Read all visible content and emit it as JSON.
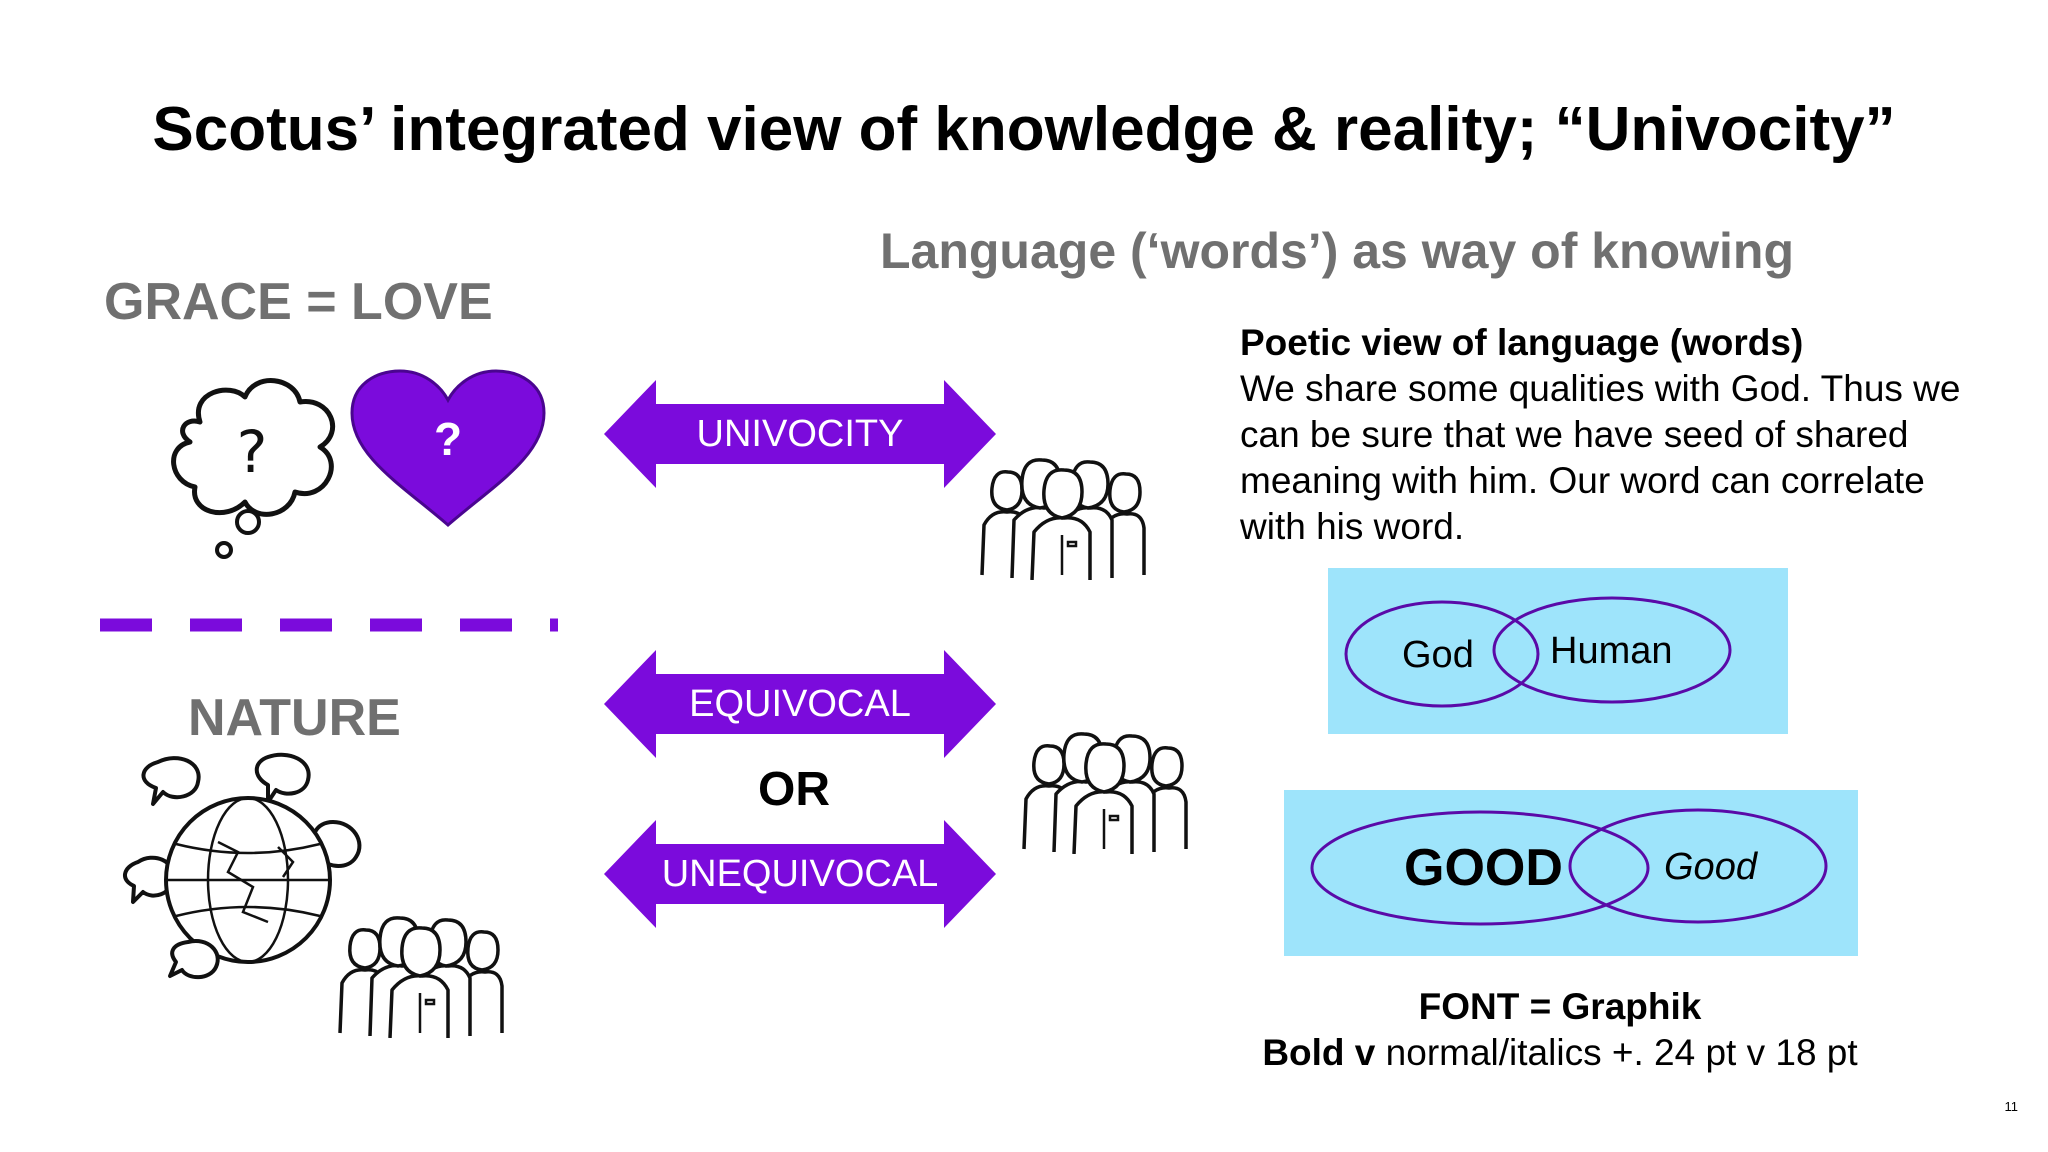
{
  "title": "Scotus’ integrated view of knowledge & reality; “Univocity”",
  "subtitle": "Language (‘words’) as way of knowing",
  "left": {
    "grace_heading": "GRACE  = LOVE",
    "nature_heading": "NATURE",
    "heart_mark": "?",
    "divider_color": "#7b0bdc"
  },
  "arrows": {
    "univocity": "UNIVOCITY",
    "equivocal": "EQUIVOCAL",
    "or": "OR",
    "unequivocal": "UNEQUIVOCAL",
    "color": "#7b0bdc"
  },
  "poetic": {
    "heading": "Poetic  view of language (words)",
    "body": "We share some qualities with God.  Thus we can be sure that we have seed of shared meaning with him. Our word can correlate with his word."
  },
  "venn1": {
    "left": "God",
    "right": "Human"
  },
  "venn2": {
    "left": "GOOD",
    "right": "Good"
  },
  "font_note": {
    "line1": "FONT = Graphik",
    "line2_bold": "Bold v",
    "line2_rest": " normal/italics +. 24 pt v 18 pt"
  },
  "page_number": "11",
  "icons": [
    "thought-cloud-icon",
    "heart-icon",
    "people-group-icon",
    "globe-speech-icon",
    "double-arrow-icon"
  ]
}
